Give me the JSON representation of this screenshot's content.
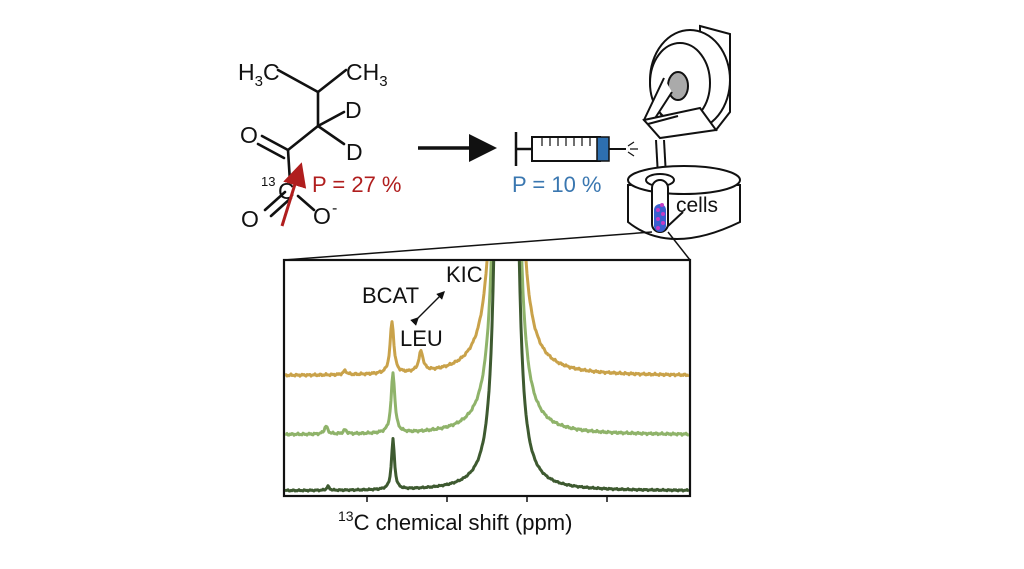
{
  "molecule": {
    "h3c_left": {
      "main": "H",
      "sub": "3",
      "tail": "C"
    },
    "ch3_right": {
      "main": "CH",
      "sub": "3"
    },
    "deuterium_1": "D",
    "deuterium_2": "D",
    "carbonyl_oxygen": "O",
    "isotope_superscript": "13",
    "isotope_carbon": "C",
    "carboxyl_oxygen": "O",
    "carboxylate_oxygen": "O",
    "carboxylate_charge": "-"
  },
  "polarization_molecule": "P = 27 %",
  "polarization_syringe": "P = 10 %",
  "cells_label": "cells",
  "spectrum": {
    "peak_labels": {
      "bcat": "BCAT",
      "kic": "KIC",
      "leu": "LEU"
    },
    "xlabel": {
      "superscript": "13",
      "text": "C chemical shift (ppm)"
    },
    "series_colors": [
      "#c9a24a",
      "#8fb36a",
      "#3e5a30"
    ]
  },
  "colors": {
    "red_arrow": "#b01e1e",
    "blue_text": "#3a77b0",
    "syringe_plunger": "#2d6fb0",
    "cell_dots": "#c43cc4"
  }
}
